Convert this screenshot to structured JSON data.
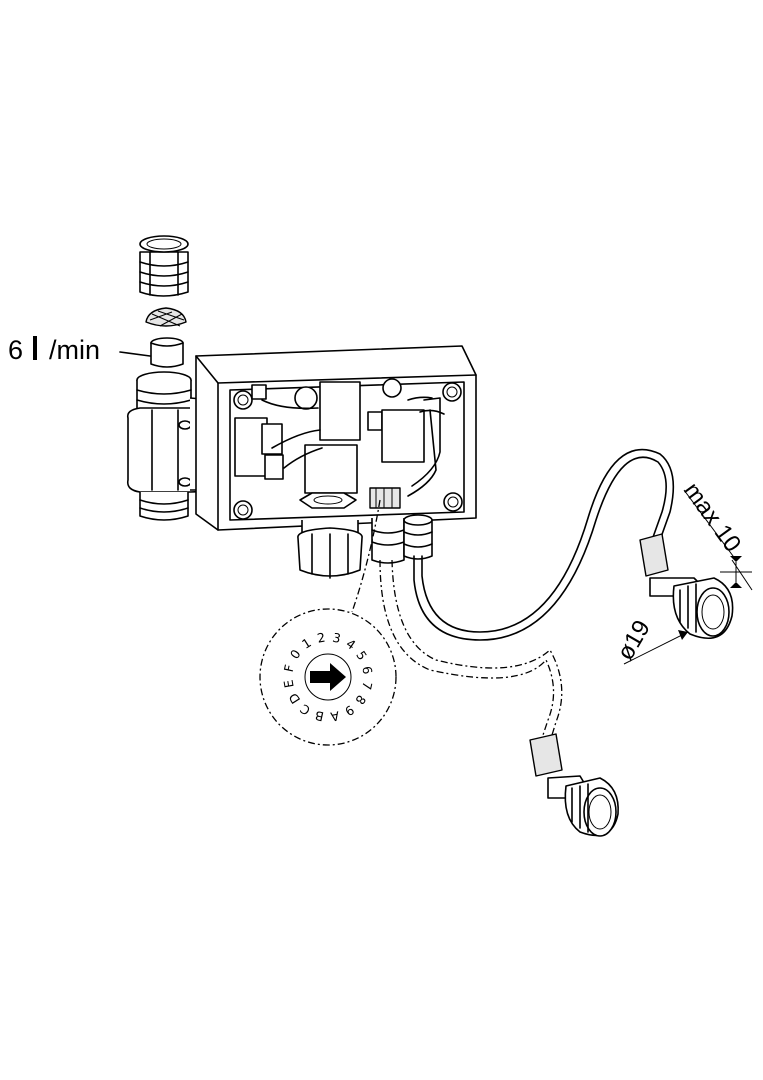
{
  "labels": {
    "flow_value": "6",
    "flow_unit": "/min",
    "max_length": "max 10",
    "diameter": "ø19"
  },
  "dial_characters": [
    "0",
    "1",
    "2",
    "3",
    "4",
    "5",
    "6",
    "7",
    "8",
    "9",
    "A",
    "B",
    "C",
    "D",
    "E",
    "F"
  ]
}
